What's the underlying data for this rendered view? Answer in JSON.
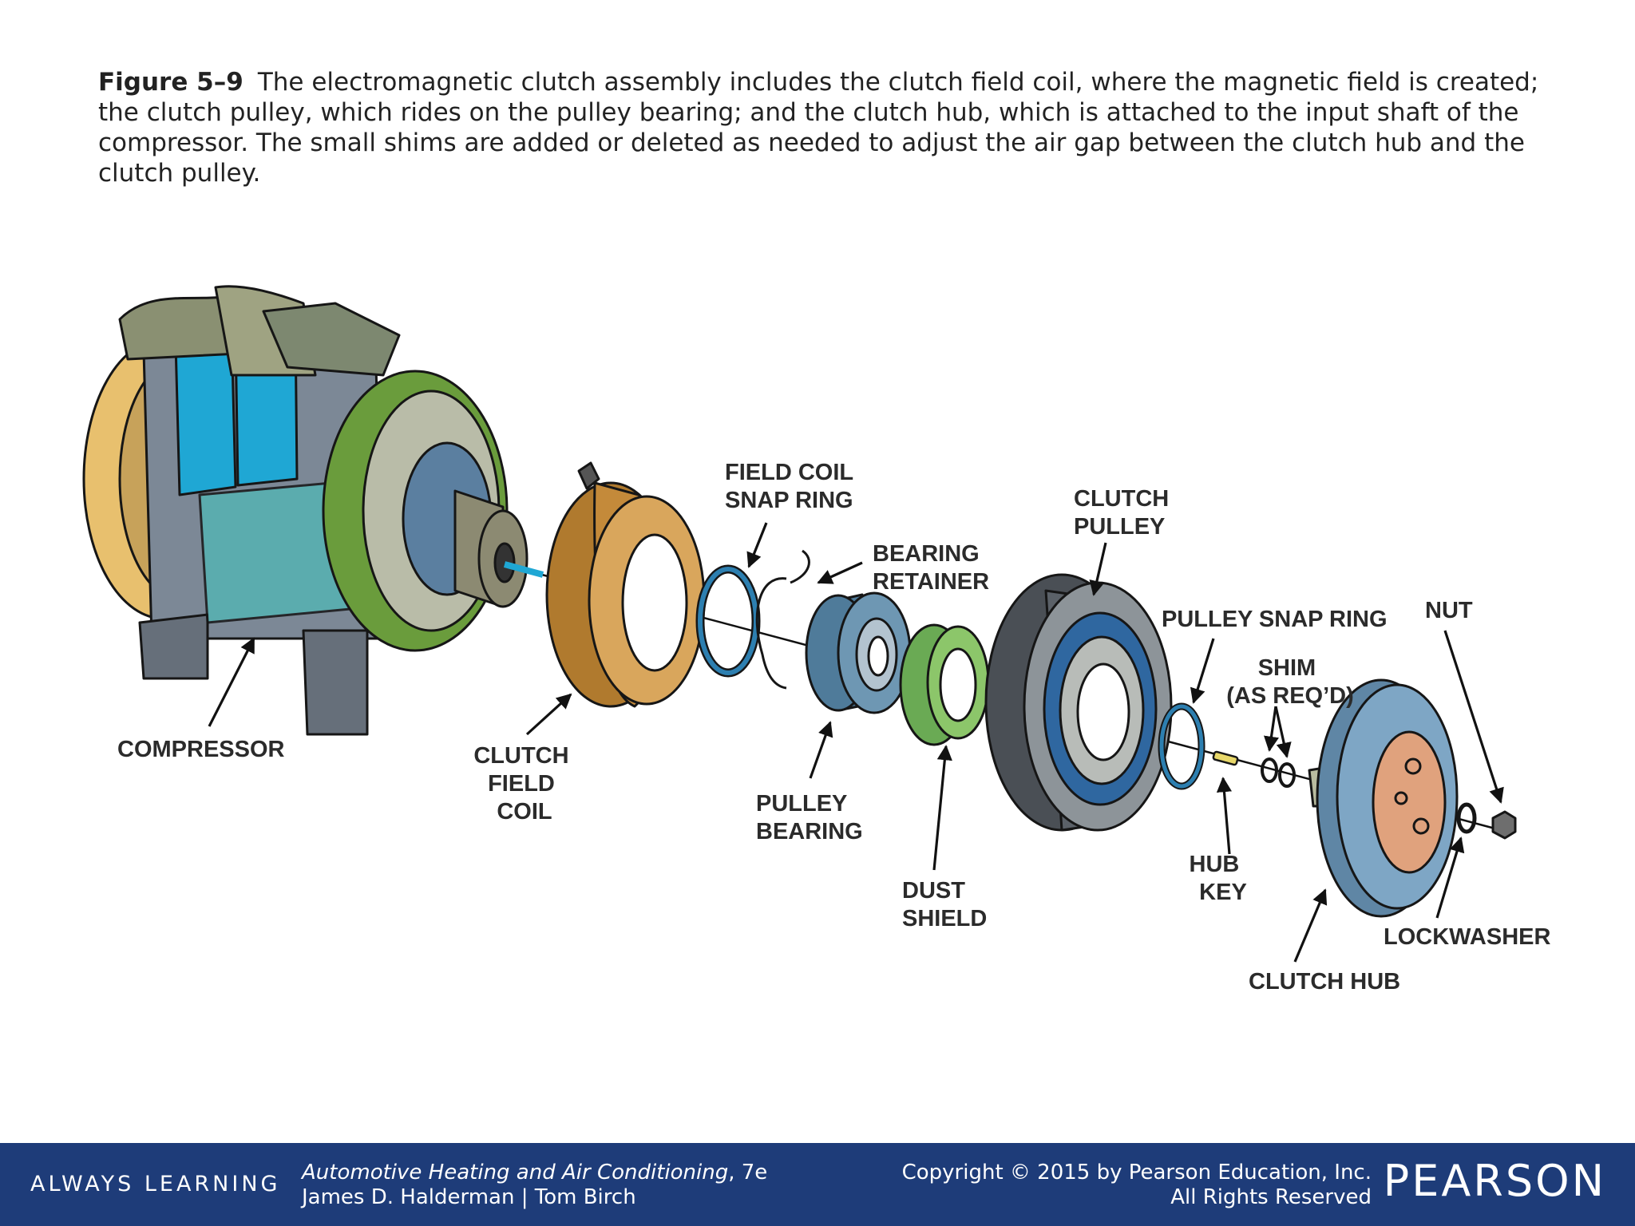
{
  "caption": {
    "figure_label": "Figure 5–9",
    "text": "The electromagnetic clutch assembly includes the clutch field coil, where the magnetic field is created; the clutch pulley, which rides on the pulley bearing; and the clutch hub, which is attached to the input shaft of the compressor. The small shims are added or deleted as needed to adjust the air gap between the clutch hub and the clutch pulley."
  },
  "labels": {
    "field_coil_snap_ring": [
      "FIELD COIL",
      "SNAP RING"
    ],
    "bearing_retainer": [
      "BEARING",
      "RETAINER"
    ],
    "clutch_pulley": [
      "CLUTCH",
      "PULLEY"
    ],
    "pulley_snap_ring": "PULLEY SNAP RING",
    "nut": "NUT",
    "shim": [
      "SHIM",
      "(AS REQ’D)"
    ],
    "compressor": "COMPRESSOR",
    "clutch_field_coil": [
      "CLUTCH",
      "FIELD",
      "COIL"
    ],
    "pulley_bearing": [
      "PULLEY",
      "BEARING"
    ],
    "dust_shield": [
      "DUST",
      "SHIELD"
    ],
    "hub_key": [
      "HUB",
      "KEY"
    ],
    "lockwasher": "LOCKWASHER",
    "clutch_hub": "CLUTCH HUB"
  },
  "footer": {
    "always_learning": "ALWAYS LEARNING",
    "book_title": "Automotive Heating and Air Conditioning",
    "edition": ", 7e",
    "authors": "James D. Halderman | Tom Birch",
    "copyright": "Copyright © 2015 by Pearson Education, Inc.",
    "rights": "All Rights Reserved",
    "publisher": "PEARSON"
  },
  "colors": {
    "footer_bg": "#1e3c79",
    "compressor_body": "#7c8896",
    "compressor_blue": "#1fa7d4",
    "compressor_yellow": "#e8c06e",
    "compressor_green": "#6a9c3c",
    "field_coil": "#c48a3a",
    "snap_ring": "#2d7fb0",
    "bearing": "#4f7b9a",
    "dust_shield": "#6aaa54",
    "pulley_dark": "#4a4f55",
    "hub": "#7ea6c5",
    "hub_copper": "#e0a27d"
  }
}
